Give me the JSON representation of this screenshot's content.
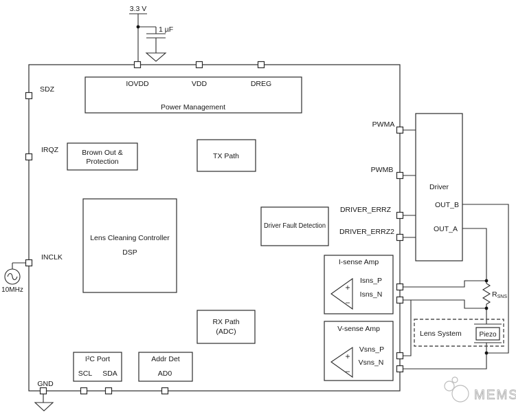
{
  "supply": {
    "voltage": "3.3 V",
    "capacitor": "1 µF"
  },
  "clock": {
    "frequency": "10MHz"
  },
  "chip": {
    "top_pins": {
      "iovdd": "IOVDD",
      "vdd": "VDD",
      "dreg": "DREG"
    },
    "left_pins": {
      "sdz": "SDZ",
      "irqz": "IRQZ",
      "inclk": "INCLK"
    },
    "bottom_pins": {
      "gnd": "GND"
    },
    "right_pins": {
      "pwma": "PWMA",
      "pwmb": "PWMB",
      "driver_errz": "DRIVER_ERRZ",
      "driver_errz2": "DRIVER_ERRZ2",
      "isns_p": "Isns_P",
      "isns_n": "Isns_N",
      "vsns_p": "Vsns_P",
      "vsns_n": "Vsns_N"
    }
  },
  "blocks": {
    "power_management": {
      "title": "Power Management"
    },
    "brown_out": {
      "line1": "Brown Out &",
      "line2": "Protection"
    },
    "tx_path": {
      "title": "TX Path"
    },
    "dsp": {
      "line1": "Lens Cleaning Controller",
      "line2": "DSP"
    },
    "driver_fault": {
      "title": "Driver Fault Detection"
    },
    "rx_path": {
      "line1": "RX Path",
      "line2": "(ADC)"
    },
    "i2c_port": {
      "title": "I²C Port",
      "scl": "SCL",
      "sda": "SDA"
    },
    "addr_det": {
      "title": "Addr Det",
      "ad0": "AD0"
    },
    "driver": {
      "title": "Driver",
      "out_b": "OUT_B",
      "out_a": "OUT_A"
    },
    "i_sense_amp": {
      "title": "I-sense Amp",
      "plus": "+",
      "minus": "−"
    },
    "v_sense_amp": {
      "title": "V-sense Amp",
      "plus": "+",
      "minus": "−"
    },
    "lens_system": {
      "title": "Lens System",
      "piezo": "Piezo"
    }
  },
  "components": {
    "rsns_name": "R",
    "rsns_sub": "SNS"
  },
  "watermark": {
    "text": "MEMS"
  },
  "colors": {
    "line": "#2b2b2b",
    "watermark": "#b5b5b5"
  }
}
